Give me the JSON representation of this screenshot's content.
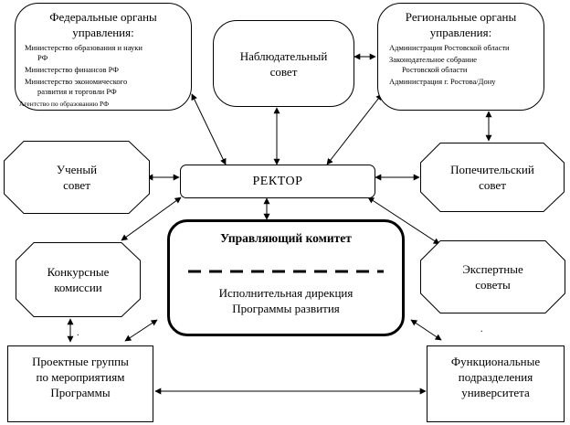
{
  "federal": {
    "title_line1": "Федеральные органы",
    "title_line2": "управления:",
    "items": [
      "Министерство образования и науки",
      "РФ",
      "Министерство финансов РФ",
      "Министерство экономического",
      "развития и торговли РФ",
      "Агентство по образованию РФ"
    ]
  },
  "supervisory": {
    "line1": "Наблюдательный",
    "line2": "совет"
  },
  "regional": {
    "title_line1": "Региональные органы",
    "title_line2": "управления:",
    "items": [
      "Администрация Ростовской области",
      "Законодательное собрание",
      "Ростовской области",
      "Администрация г. Ростова/Дону"
    ]
  },
  "academic": {
    "line1": "Ученый",
    "line2": "совет"
  },
  "rector": {
    "label": "РЕКТОР"
  },
  "trustees": {
    "line1": "Попечительский",
    "line2": "совет"
  },
  "committee": {
    "title": "Управляющий комитет",
    "line1": "Исполнительная дирекция",
    "line2": "Программы развития"
  },
  "competition": {
    "line1": "Конкурсные",
    "line2": "комиссии"
  },
  "expert": {
    "line1": "Экспертные",
    "line2": "советы"
  },
  "projects": {
    "line1": "Проектные группы",
    "line2": "по мероприятиям",
    "line3": "Программы"
  },
  "functional": {
    "line1": "Функциональные",
    "line2": "подразделения",
    "line3": "университета"
  }
}
